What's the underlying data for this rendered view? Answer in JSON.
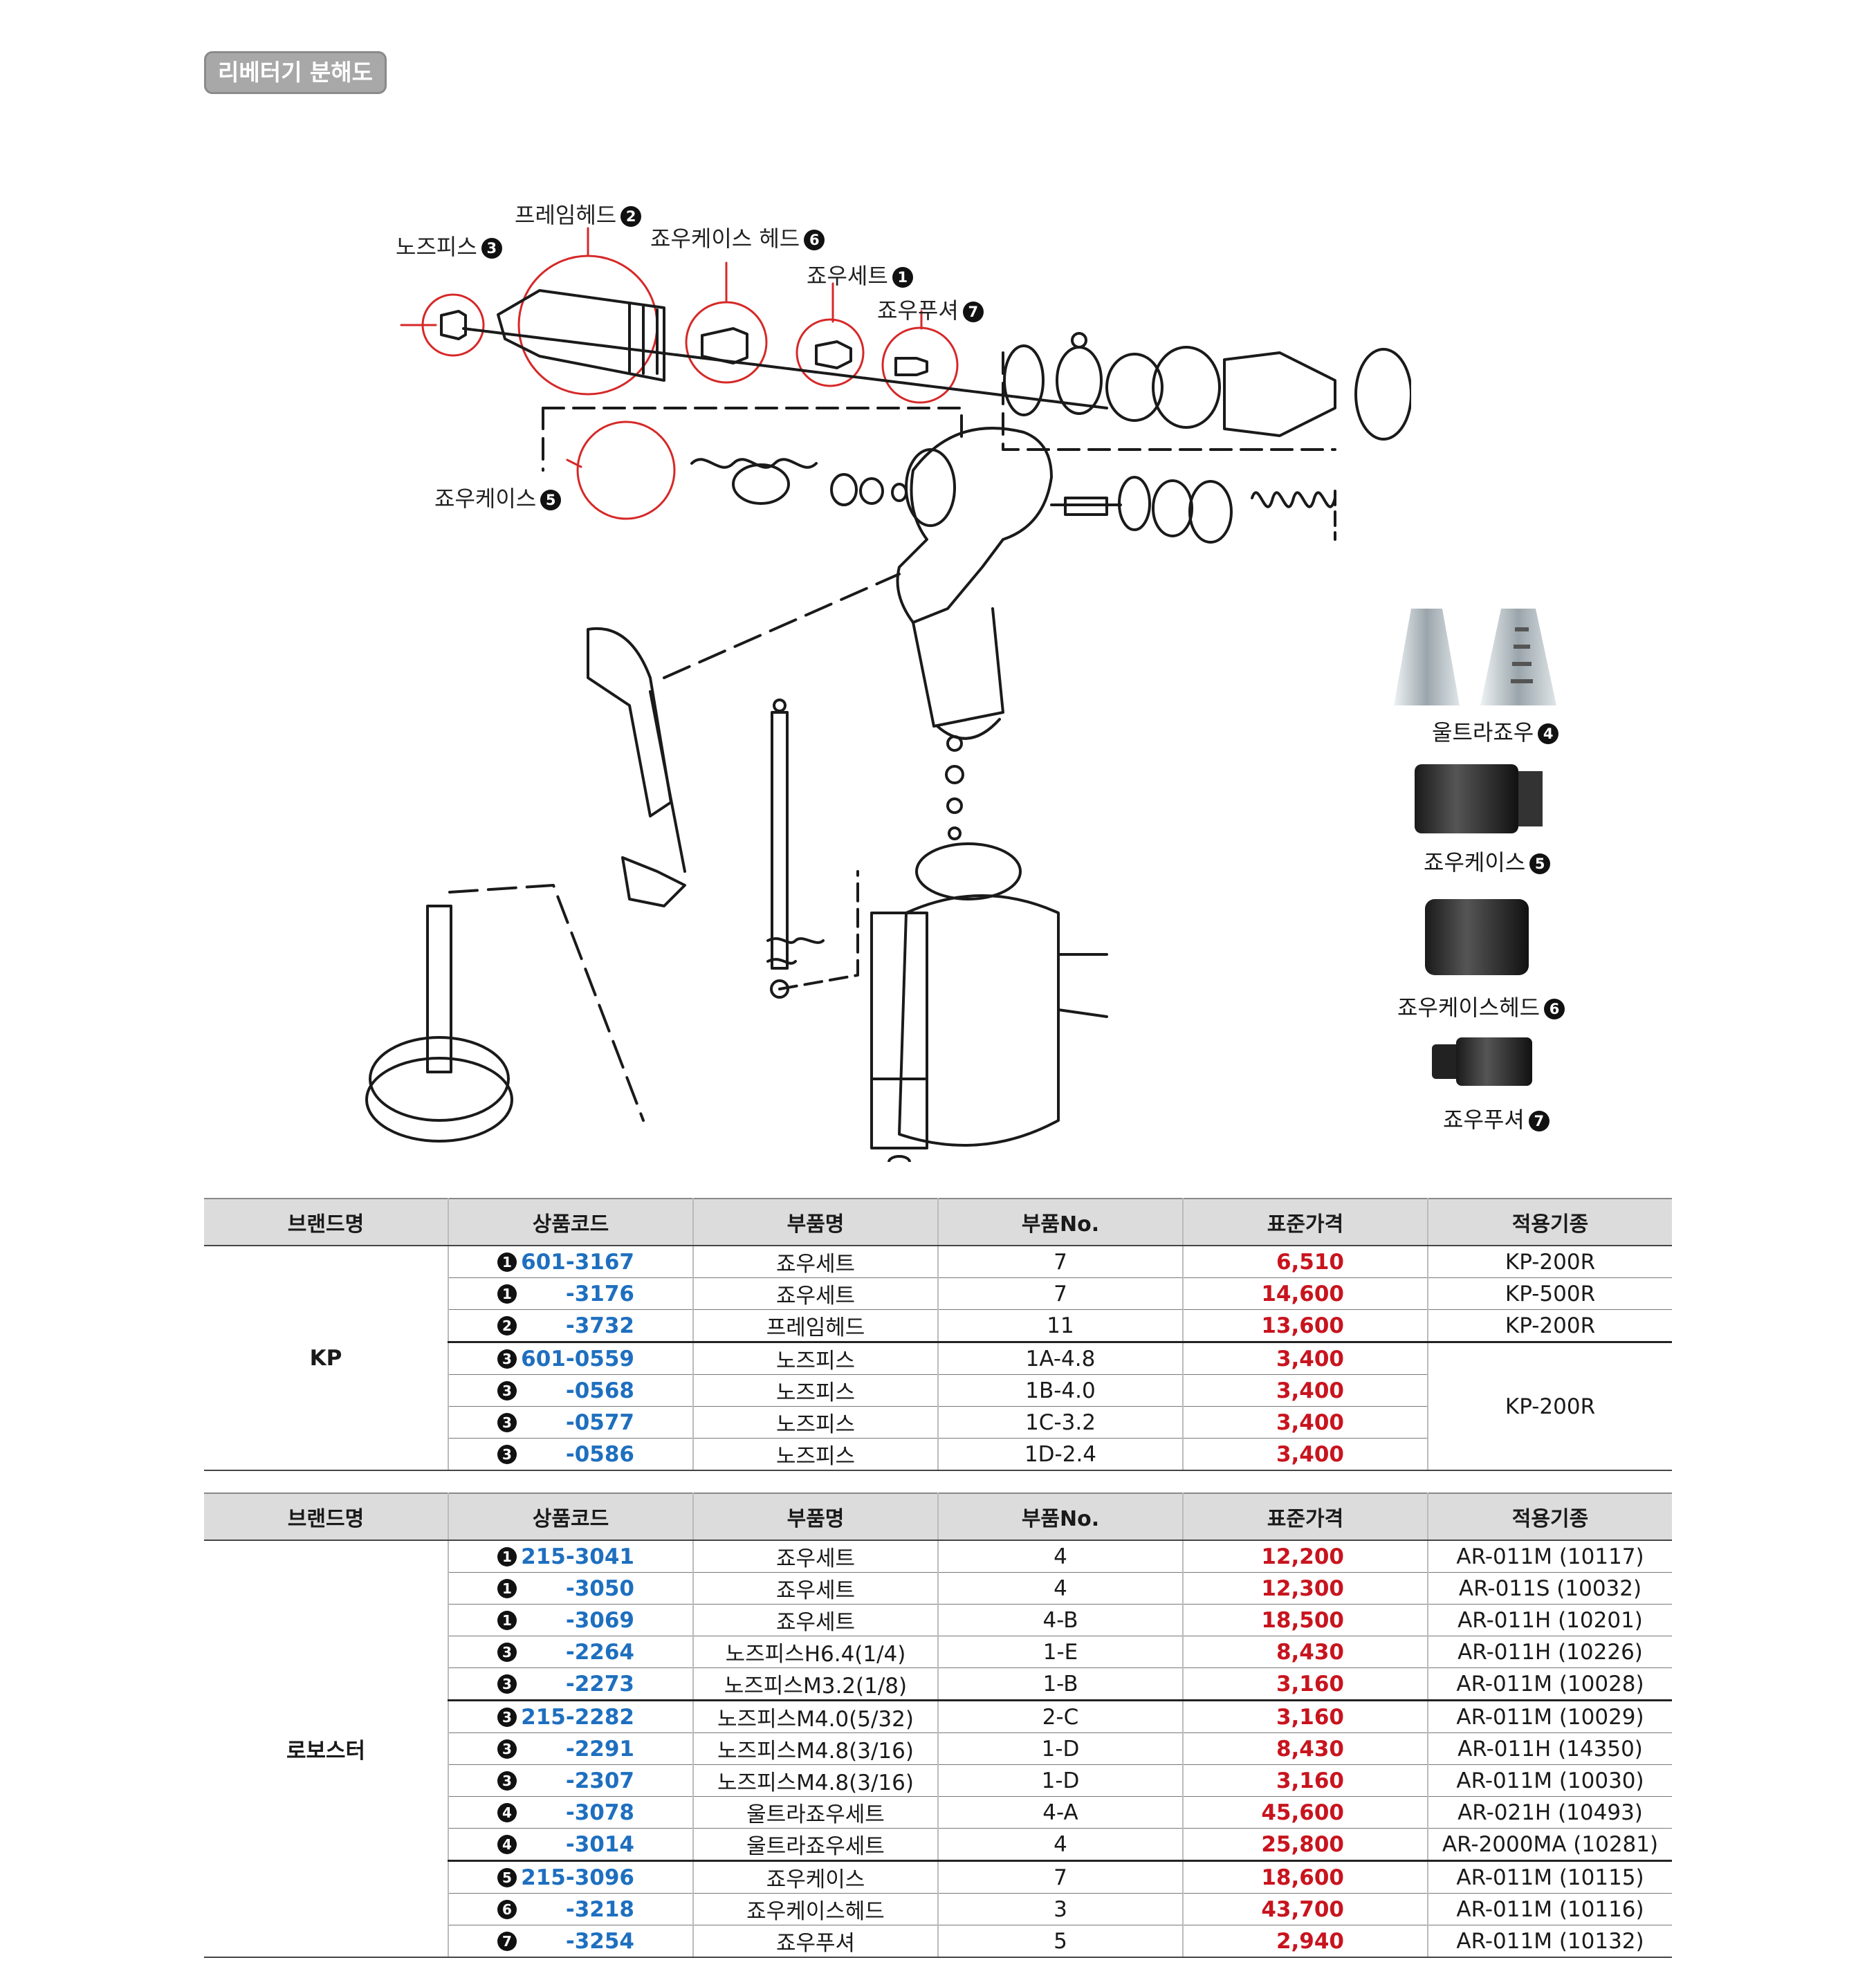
{
  "page_title": "리베터기 분해도",
  "callouts": [
    {
      "label": "노즈피스",
      "num": "3"
    },
    {
      "label": "프레임헤드",
      "num": "2"
    },
    {
      "label": "죠우케이스 헤드",
      "num": "6"
    },
    {
      "label": "죠우세트",
      "num": "1"
    },
    {
      "label": "죠우푸셔",
      "num": "7"
    },
    {
      "label": "죠우케이스",
      "num": "5"
    }
  ],
  "photo_labels": [
    {
      "label": "울트라죠우",
      "num": "4"
    },
    {
      "label": "죠우케이스",
      "num": "5"
    },
    {
      "label": "죠우케이스헤드",
      "num": "6"
    },
    {
      "label": "죠우푸셔",
      "num": "7"
    }
  ],
  "table_headers": [
    "브랜드명",
    "상품코드",
    "부품명",
    "부품No.",
    "표준가격",
    "적용기종"
  ],
  "kp_table": {
    "brand": "KP",
    "rows": [
      {
        "num": "1",
        "code": "601-3167",
        "name": "죠우세트",
        "part_no": "7",
        "price": "6,510",
        "model": "KP-200R"
      },
      {
        "num": "1",
        "code": "-3176",
        "name": "죠우세트",
        "part_no": "7",
        "price": "14,600",
        "model": "KP-500R"
      },
      {
        "num": "2",
        "code": "-3732",
        "name": "프레임헤드",
        "part_no": "11",
        "price": "13,600",
        "model": "KP-200R"
      },
      {
        "num": "3",
        "code": "601-0559",
        "name": "노즈피스",
        "part_no": "1A-4.8",
        "price": "3,400",
        "model": "KP-200R"
      },
      {
        "num": "3",
        "code": "-0568",
        "name": "노즈피스",
        "part_no": "1B-4.0",
        "price": "3,400"
      },
      {
        "num": "3",
        "code": "-0577",
        "name": "노즈피스",
        "part_no": "1C-3.2",
        "price": "3,400"
      },
      {
        "num": "3",
        "code": "-0586",
        "name": "노즈피스",
        "part_no": "1D-2.4",
        "price": "3,400"
      }
    ]
  },
  "robo_table": {
    "brand": "로보스터",
    "rows": [
      {
        "num": "1",
        "code": "215-3041",
        "name": "죠우세트",
        "part_no": "4",
        "price": "12,200",
        "model": "AR-011M (10117)"
      },
      {
        "num": "1",
        "code": "-3050",
        "name": "죠우세트",
        "part_no": "4",
        "price": "12,300",
        "model": "AR-011S (10032)"
      },
      {
        "num": "1",
        "code": "-3069",
        "name": "죠우세트",
        "part_no": "4-B",
        "price": "18,500",
        "model": "AR-011H (10201)"
      },
      {
        "num": "3",
        "code": "-2264",
        "name": "노즈피스H6.4(1/4)",
        "part_no": "1-E",
        "price": "8,430",
        "model": "AR-011H (10226)"
      },
      {
        "num": "3",
        "code": "-2273",
        "name": "노즈피스M3.2(1/8)",
        "part_no": "1-B",
        "price": "3,160",
        "model": "AR-011M (10028)"
      },
      {
        "num": "3",
        "code": "215-2282",
        "name": "노즈피스M4.0(5/32)",
        "part_no": "2-C",
        "price": "3,160",
        "model": "AR-011M (10029)"
      },
      {
        "num": "3",
        "code": "-2291",
        "name": "노즈피스M4.8(3/16)",
        "part_no": "1-D",
        "price": "8,430",
        "model": "AR-011H (14350)"
      },
      {
        "num": "3",
        "code": "-2307",
        "name": "노즈피스M4.8(3/16)",
        "part_no": "1-D",
        "price": "3,160",
        "model": "AR-011M (10030)"
      },
      {
        "num": "4",
        "code": "-3078",
        "name": "울트라죠우세트",
        "part_no": "4-A",
        "price": "45,600",
        "model": "AR-021H (10493)"
      },
      {
        "num": "4",
        "code": "-3014",
        "name": "울트라죠우세트",
        "part_no": "4",
        "price": "25,800",
        "model": "AR-2000MA (10281)"
      },
      {
        "num": "5",
        "code": "215-3096",
        "name": "죠우케이스",
        "part_no": "7",
        "price": "18,600",
        "model": "AR-011M (10115)"
      },
      {
        "num": "6",
        "code": "-3218",
        "name": "죠우케이스헤드",
        "part_no": "3",
        "price": "43,700",
        "model": "AR-011M (10116)"
      },
      {
        "num": "7",
        "code": "-3254",
        "name": "죠우푸셔",
        "part_no": "5",
        "price": "2,940",
        "model": "AR-011M (10132)"
      }
    ]
  },
  "colors": {
    "code_blue": "#1e6fbf",
    "price_red": "#c8141e",
    "header_gray": "#dcdcdc",
    "callout_red": "#d62828"
  }
}
